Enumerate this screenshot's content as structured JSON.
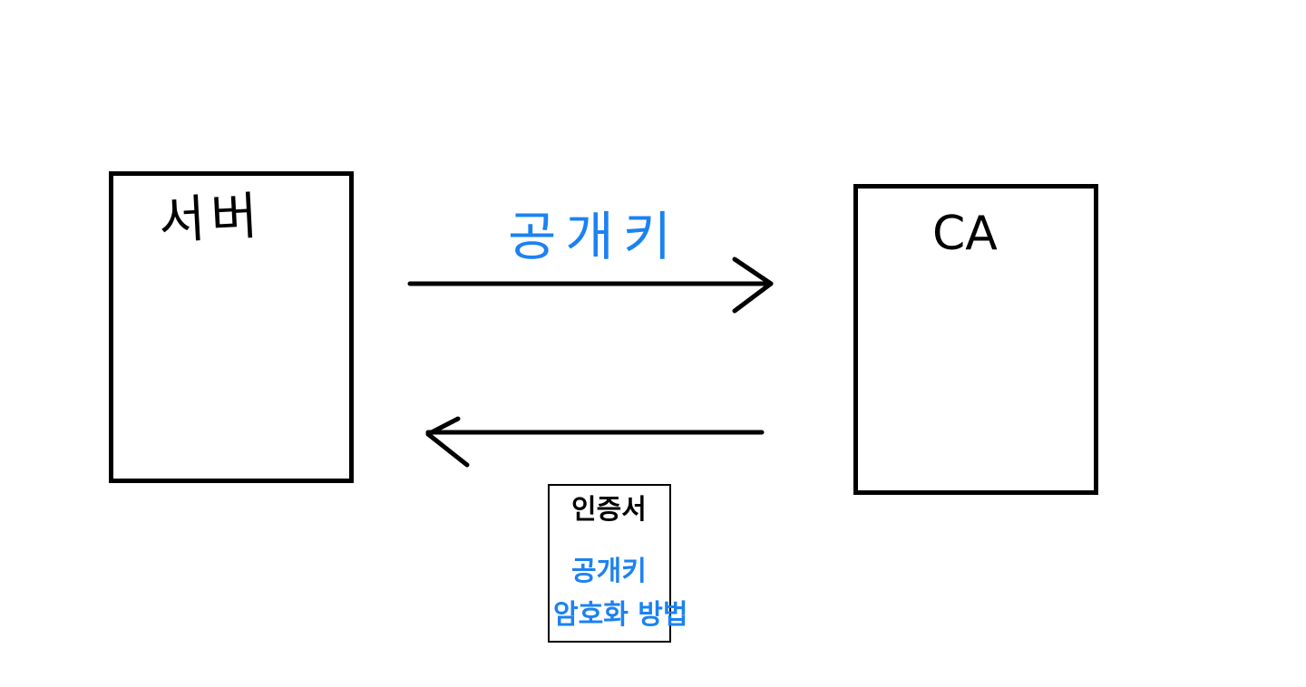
{
  "nodes": {
    "server": {
      "label": "서버"
    },
    "ca": {
      "label": "CA"
    }
  },
  "edges": {
    "forward": {
      "label": "공개키",
      "direction": "right",
      "label_color": "#1b82f2"
    },
    "backward": {
      "direction": "left"
    }
  },
  "certificate": {
    "title": "인증서",
    "lines": [
      "공개키",
      "암호화 방법"
    ],
    "accent_color": "#1b82f2"
  }
}
